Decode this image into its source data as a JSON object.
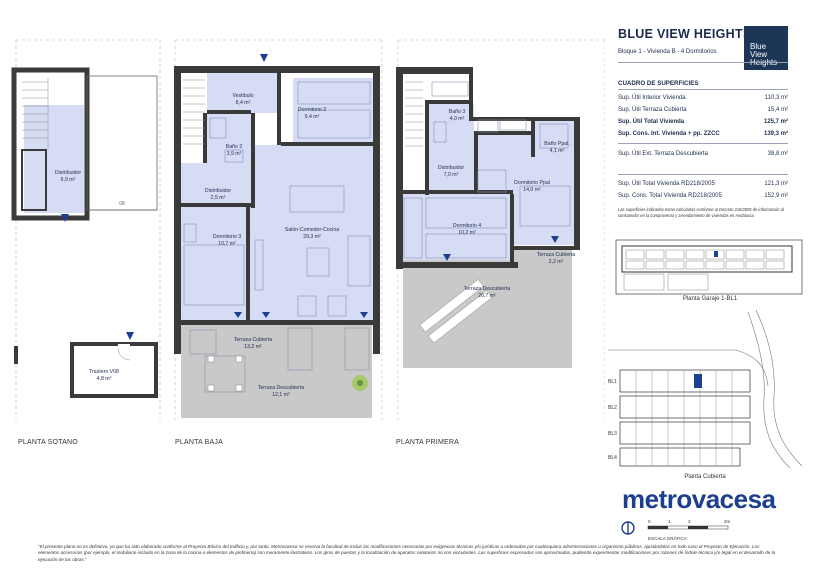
{
  "header": {
    "title": "BLUE VIEW HEIGHTS",
    "subtitle": "Bloque 1 - Vivienda B - 4 Dormitorios",
    "logo_lines": [
      "Blue",
      "View",
      "Heights"
    ]
  },
  "surfaces": {
    "title": "CUADRO DE SUPERFICIES",
    "rows": [
      {
        "label": "Sup. Útil Interior Vivienda",
        "value": "110,3 m²",
        "bold": false
      },
      {
        "label": "Sup. Útil Terraza Cubierta",
        "value": "15,4 m²",
        "bold": false
      },
      {
        "label": "Sup. Útil Total Vivienda",
        "value": "125,7 m²",
        "bold": true
      },
      {
        "label": "Sup. Cons. Int. Vivienda + pp. ZZCC",
        "value": "139,3 m²",
        "bold": true
      },
      {
        "label": "Sup. Útil Ext. Terraza Descubierta",
        "value": "38,8 m²",
        "bold": false
      },
      {
        "label": "Sup. Útil Total Vivienda RD218/2005",
        "value": "121,3 m²",
        "bold": false
      },
      {
        "label": "Sup. Cons. Total Vivienda RD218/2005",
        "value": "152,9 m²",
        "bold": false
      }
    ],
    "note": "Las superficies indicadas están calculadas conforme al Decreto 218/2005 de información al consumidor en la compraventa y arrendamiento de viviendas en Andalucía."
  },
  "plans": {
    "sotano": "PLANTA SOTANO",
    "baja": "PLANTA BAJA",
    "primera": "PLANTA PRIMERA"
  },
  "rooms": {
    "distribuidor_sotano": {
      "name": "Distribuidor",
      "area": "6,9 m²"
    },
    "trastero": {
      "name": "Trastero V08",
      "area": "4,8 m²"
    },
    "garage_num": "08",
    "vestibulo": {
      "name": "Vestibulo",
      "area": "8,4 m²"
    },
    "dormitorio2": {
      "name": "Dormitorio 2",
      "area": "9,4 m²"
    },
    "bano2": {
      "name": "Baño 2",
      "area": "3,9 m²"
    },
    "distribuidor_baja": {
      "name": "Distribuidor",
      "area": "2,5 m²"
    },
    "dormitorio3": {
      "name": "Dormitorio 3",
      "area": "10,7 m²"
    },
    "salon": {
      "name": "Salón-Comedor-Cocina",
      "area": "29,3 m²"
    },
    "terraza_cub_baja": {
      "name": "Terraza Cubierta",
      "area": "13,2 m²"
    },
    "terraza_desc_baja": {
      "name": "Terraza Descubierta",
      "area": "12,1 m²"
    },
    "bano3": {
      "name": "Baño 3",
      "area": "4,0 m²"
    },
    "bano_ppal": {
      "name": "Baño Ppal.",
      "area": "4,1 m²"
    },
    "distribuidor_primera": {
      "name": "Distribuidor",
      "area": "7,0 m²"
    },
    "dormitorio_ppal": {
      "name": "Dormitorio Ppal",
      "area": "14,0 m²"
    },
    "dormitorio4": {
      "name": "Dormitorio 4",
      "area": "10,2 m²"
    },
    "terraza_cub_primera": {
      "name": "Terraza Cubierta",
      "area": "2,2 m²"
    },
    "terraza_desc_primera": {
      "name": "Terraza Descubierta",
      "area": "26,7 m²"
    }
  },
  "key_plans": {
    "garaje": "Planta Garaje 1-BL1",
    "cubierta": "Planta Cubierta",
    "block_labels": [
      "BL1",
      "BL2",
      "BL3",
      "BL4"
    ]
  },
  "brand": "metrovacesa",
  "scale": {
    "label": "ESCALA GRÁFICA",
    "ticks": [
      "0",
      "1",
      "2",
      "3m"
    ]
  },
  "disclaimer": "\"El presente plano no es definitivo, ya que ha sido elaborado conforme al Proyecto Básico del Edificio y, por tanto, Metrovacesa se reserva la facultad de incluir las modificaciones necesarias por exigencias técnicas y/o jurídicas u ordenadas por cualesquiera administraciones u organismo públicos, ajustándolas en todo caso al Proyecto de Ejecución. Los elementos accesorios (por ejemplo, el mobiliario incluido en la zona de la cocina o elementos de jardinería) son meramente ilustrativos. Los giros de puertas y la localización de aparatos sanitarios no son vinculantes. Las superficies expresadas son aproximadas, pudiendo experimentar modificaciones por razones de índole técnica y/o legal en el desarrollo de la ejecución de las obras.\"",
  "colors": {
    "room_fill": "#d7dcf5",
    "wall": "#3a3a3a",
    "terrace": "#c9c9c9",
    "navy": "#1d3557",
    "brand": "#1d3f8f"
  }
}
